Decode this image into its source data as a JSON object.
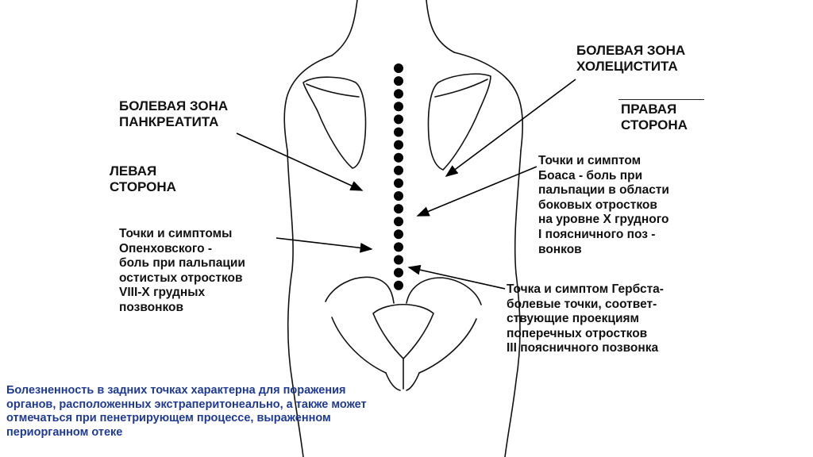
{
  "colors": {
    "ink": "#111111",
    "caption": "#1f3a93",
    "background": "#ffffff"
  },
  "labels": {
    "cholecystitis": [
      "БОЛЕВАЯ ЗОНА",
      "ХОЛЕЦИСТИТА"
    ],
    "pancreatitis": [
      "БОЛЕВАЯ ЗОНА",
      "ПАНКРЕАТИТА"
    ],
    "right_side": [
      "ПРАВАЯ",
      "СТОРОНА"
    ],
    "left_side": [
      "ЛЕВАЯ",
      "СТОРОНА"
    ],
    "boas": [
      "Точки и симптом",
      "Боаса - боль при",
      "пальпации в области",
      "боковых отростков",
      "на уровне X грудного",
      "I поясничного поз -",
      "вонков"
    ],
    "openhovsky": [
      "Точки и симптомы",
      "Опенховского -",
      "боль при пальпации",
      "остистых отростков",
      "VIII-X грудных",
      "позвонков"
    ],
    "gerbst": [
      "Точка и симптом Гербста-",
      "болевые точки, соответ-",
      "ствующие проекциям",
      "поперечных отростков",
      "III поясничного позвонка"
    ]
  },
  "caption": [
    "Болезненность в задних точках характерна для поражения",
    "органов, расположенных экстраперитонеально, а также может",
    "отмечаться при пенетрирующем процессе, выраженном",
    "периорганном отеке"
  ]
}
